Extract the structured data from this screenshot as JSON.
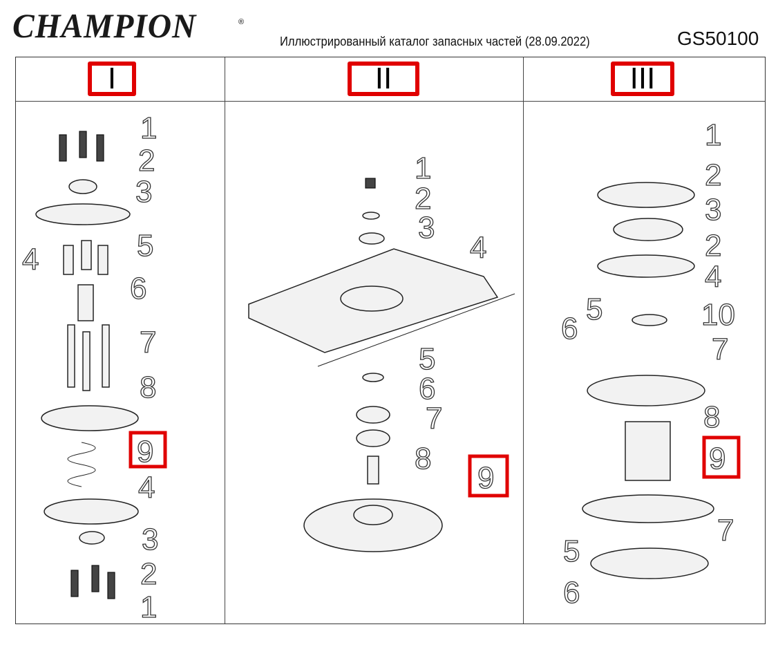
{
  "header": {
    "brand": "CHAMPION",
    "registered": "®",
    "subtitle": "Иллюстрированный каталог запасных частей (28.09.2022)",
    "model": "GS50100"
  },
  "columns": [
    {
      "label": "I",
      "callouts": [
        "1",
        "2",
        "3",
        "4",
        "5",
        "6",
        "7",
        "8",
        "9",
        "4",
        "3",
        "2",
        "1"
      ],
      "highlighted": "9"
    },
    {
      "label": "II",
      "callouts": [
        "1",
        "2",
        "3",
        "4",
        "5",
        "6",
        "7",
        "8",
        "9"
      ],
      "highlighted": "9"
    },
    {
      "label": "III",
      "callouts": [
        "1",
        "2",
        "3",
        "2",
        "4",
        "10",
        "5",
        "6",
        "7",
        "8",
        "9",
        "7",
        "5",
        "6"
      ],
      "highlighted": "9"
    }
  ],
  "colors": {
    "highlight": "#e00000"
  }
}
